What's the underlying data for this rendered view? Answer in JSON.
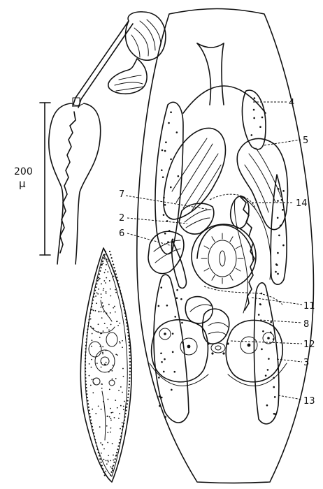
{
  "scale_bar": {
    "value": "200",
    "unit": "μ"
  },
  "labels": [
    {
      "id": "label-4",
      "text": "4"
    },
    {
      "id": "label-5",
      "text": "5"
    },
    {
      "id": "label-14",
      "text": "14"
    },
    {
      "id": "label-7",
      "text": "7"
    },
    {
      "id": "label-2",
      "text": "2"
    },
    {
      "id": "label-6",
      "text": "6"
    },
    {
      "id": "label-11",
      "text": "11"
    },
    {
      "id": "label-8",
      "text": "8"
    },
    {
      "id": "label-12",
      "text": "12"
    },
    {
      "id": "label-3",
      "text": "3"
    },
    {
      "id": "label-13",
      "text": "13"
    }
  ]
}
